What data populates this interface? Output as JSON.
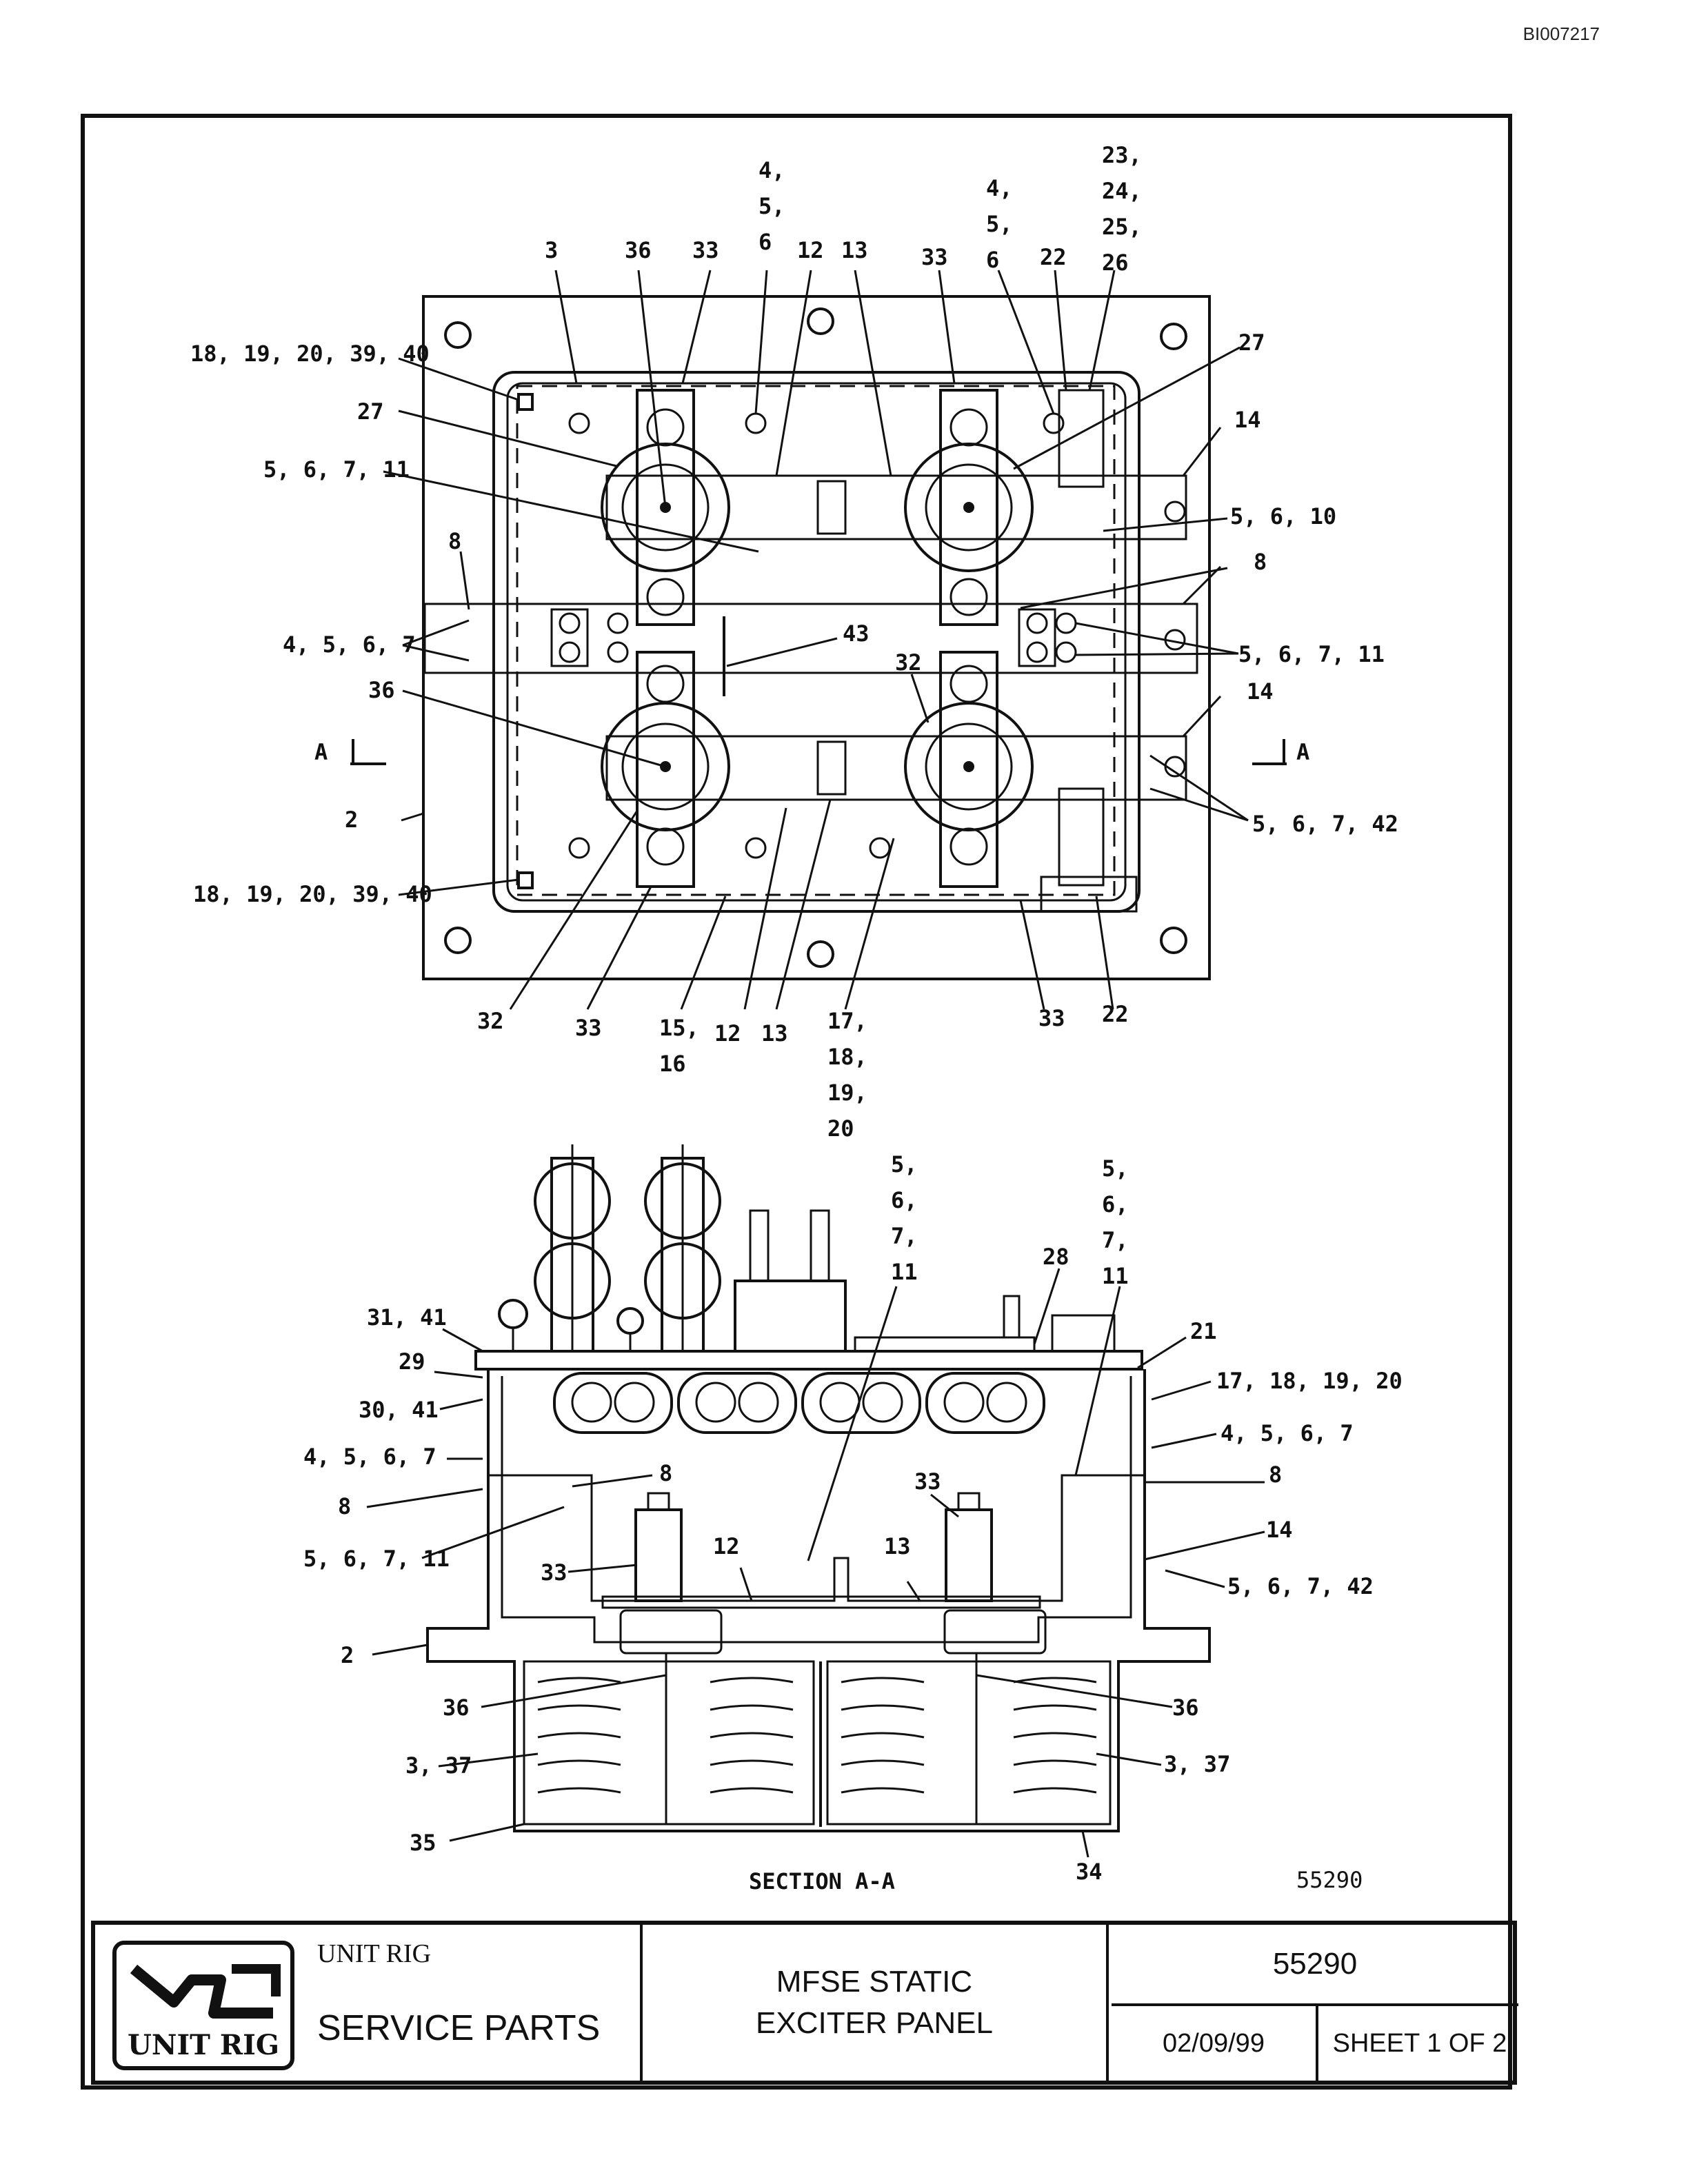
{
  "document_id": "BI007217",
  "top_view": {
    "callouts": {
      "c3": "3",
      "c36_top": "36",
      "c33_a": "33",
      "c456_top": "4,\n5,\n6",
      "c12_top": "12",
      "c13_top": "13",
      "c33_b": "33",
      "c456_top_r": "4,\n5,\n6",
      "c22_top": "22",
      "c2326": "23,\n24,\n25,\n26",
      "c27_r": "27",
      "c18_top": "18, 19, 20, 39, 40",
      "c27_l": "27",
      "c56711_l": "5, 6, 7, 11",
      "c14_r1": "14",
      "c5610": "5, 6, 10",
      "c8_l": "8",
      "c8_r": "8",
      "c4567_l": "4, 5, 6, 7",
      "c43": "43",
      "c56711_r": "5, 6, 7, 11",
      "c36_l": "36",
      "c32_m": "32",
      "c14_r2": "14",
      "cA_l": "A",
      "cA_r": "A",
      "c2": "2",
      "c56742": "5, 6, 7, 42",
      "c18_bot": "18, 19, 20, 39, 40",
      "c32_b": "32",
      "c33_c": "33",
      "c1516": "15,\n16",
      "c12_b": "12",
      "c13_b": "13",
      "c1720": "17,\n18,\n19,\n20",
      "c33_d": "33",
      "c22_b": "22"
    }
  },
  "section_view": {
    "caption": "SECTION A-A",
    "callouts": {
      "c5611_a": "5,\n6,\n7,\n11",
      "c5611_b": "5,\n6,\n7,\n11",
      "c28": "28",
      "c21": "21",
      "c3141": "31, 41",
      "c29": "29",
      "c3041": "30, 41",
      "c4567_l": "4, 5, 6, 7",
      "c8_a": "8",
      "c8_b": "8",
      "c56711": "5, 6, 7, 11",
      "c33_l": "33",
      "c12": "12",
      "c13": "13",
      "c33_r": "33",
      "c1720": "17, 18, 19, 20",
      "c4567_r": "4, 5, 6, 7",
      "c8_r": "8",
      "c14": "14",
      "c56742": "5, 6, 7, 42",
      "c2": "2",
      "c36_l": "36",
      "c36_r": "36",
      "c337_l": "3, 37",
      "c337_r": "3, 37",
      "c35": "35",
      "c34": "34"
    }
  },
  "drawing_number": "55290",
  "title_block": {
    "company": "UNIT RIG",
    "logo_text": "UNIT RIG",
    "service": "SERVICE PARTS",
    "title": "MFSE STATIC\nEXCITER PANEL",
    "number": "55290",
    "date": "02/09/99",
    "sheet": "SHEET 1 OF 2"
  }
}
